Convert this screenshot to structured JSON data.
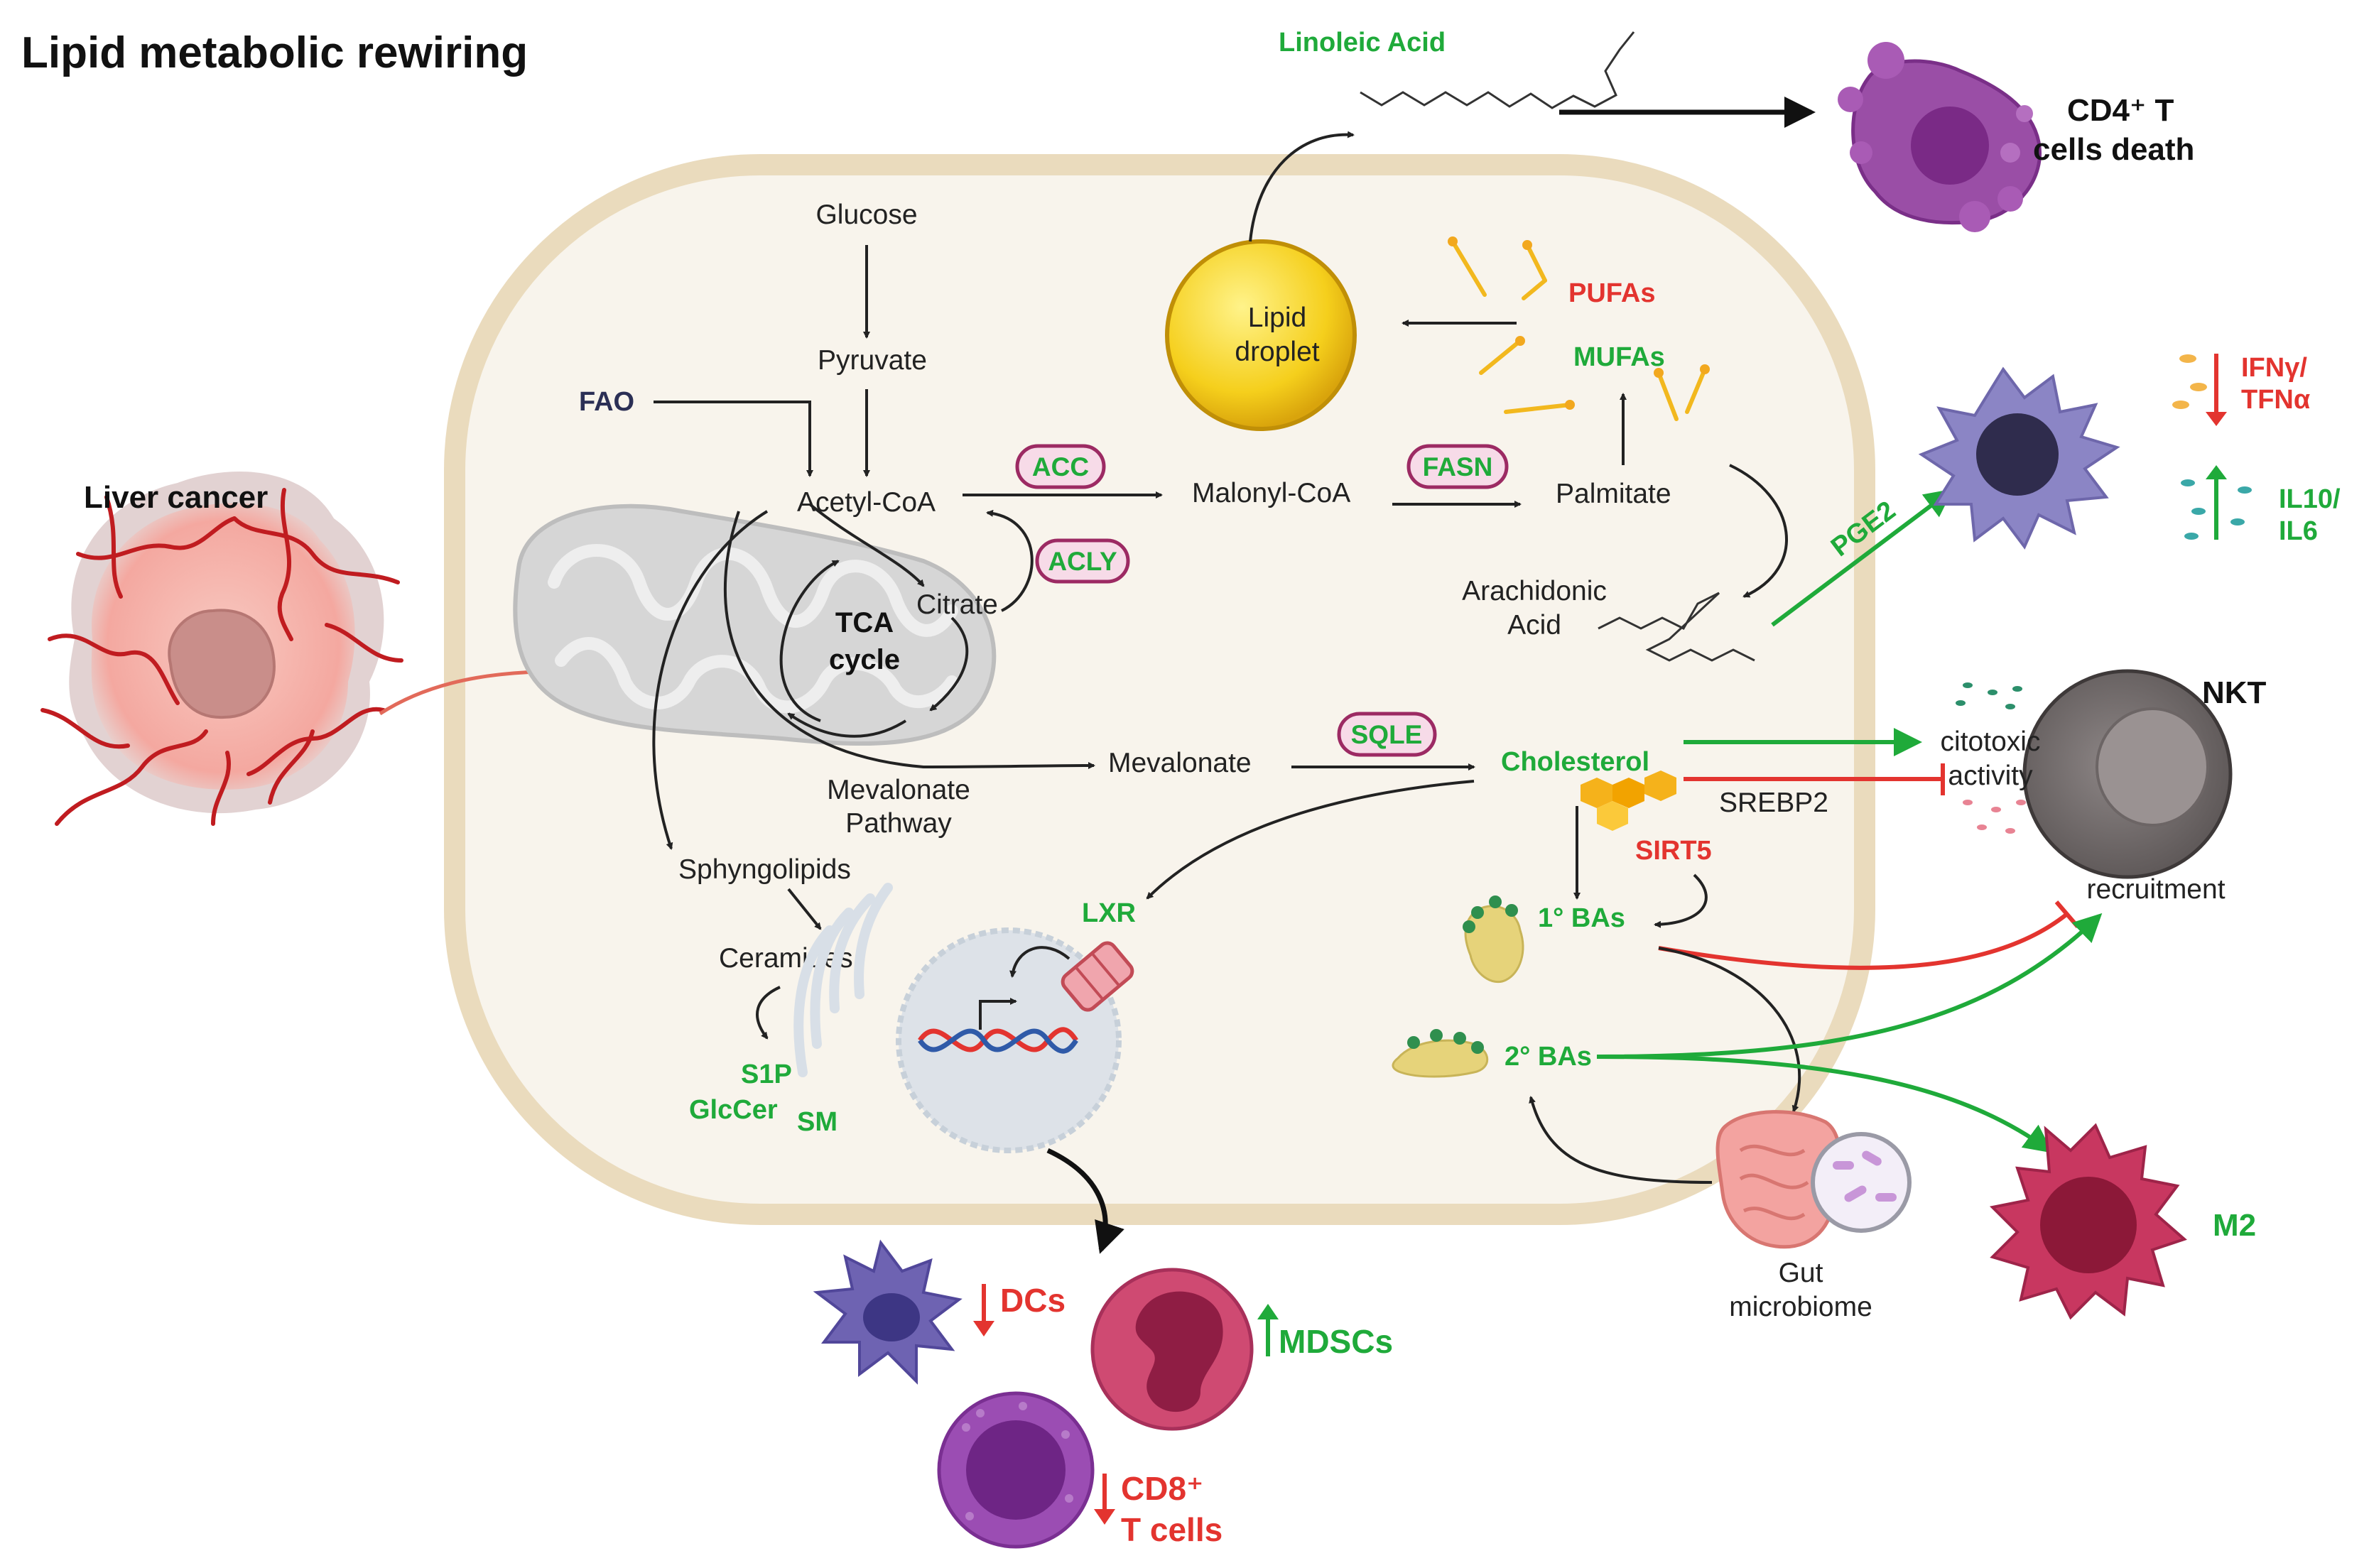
{
  "title": "Lipid metabolic rewiring",
  "liver_cancer": "Liver cancer",
  "pathway": {
    "glucose": "Glucose",
    "pyruvate": "Pyruvate",
    "fao": "FAO",
    "acetyl_coa": "Acetyl-CoA",
    "malonyl_coa": "Malonyl-CoA",
    "palmitate": "Palmitate",
    "citrate": "Citrate",
    "tca": "TCA",
    "cycle": "cycle",
    "mevalonate_pathway_1": "Mevalonate",
    "mevalonate_pathway_2": "Pathway",
    "mevalonate": "Mevalonate",
    "cholesterol": "Cholesterol",
    "sphyngolipids": "Sphyngolipids",
    "ceramides": "Ceramides",
    "s1p": "S1P",
    "glccer": "GlcCer",
    "sm": "SM",
    "lxr": "LXR",
    "arachidonic_1": "Arachidonic",
    "arachidonic_2": "Acid",
    "lipid_droplet_1": "Lipid",
    "lipid_droplet_2": "droplet",
    "pufas": "PUFAs",
    "mufas": "MUFAs",
    "linoleic_acid": "Linoleic Acid",
    "primary_bas": "1° BAs",
    "secondary_bas": "2° BAs",
    "sirt5": "SIRT5",
    "srebp2": "SREBP2",
    "pge2": "PGE2"
  },
  "enzymes": {
    "acc": "ACC",
    "fasn": "FASN",
    "acly": "ACLY",
    "sqle": "SQLE"
  },
  "cells": {
    "cd4_1": "CD4⁺ T",
    "cd4_2": "cells death",
    "ifn_1": "IFNγ/",
    "ifn_2": "TFNα",
    "il10_1": "IL10/",
    "il10_2": "IL6",
    "nkt": "NKT",
    "citotoxic_1": "citotoxic",
    "citotoxic_2": "activity",
    "recruitment": "recruitment",
    "m2": "M2",
    "gut_1": "Gut",
    "gut_2": "microbiome",
    "dcs": "DCs",
    "mdscs": "MDSCs",
    "cd8_1": "CD8⁺",
    "cd8_2": "T cells"
  },
  "colors": {
    "green": "#1faa3a",
    "red": "#e3342f",
    "enzyme_fill": "#f7dbe8",
    "enzyme_stroke": "#9c2a63",
    "cell_fill": "#f8f4ec",
    "cell_stroke": "#eadbbd"
  }
}
